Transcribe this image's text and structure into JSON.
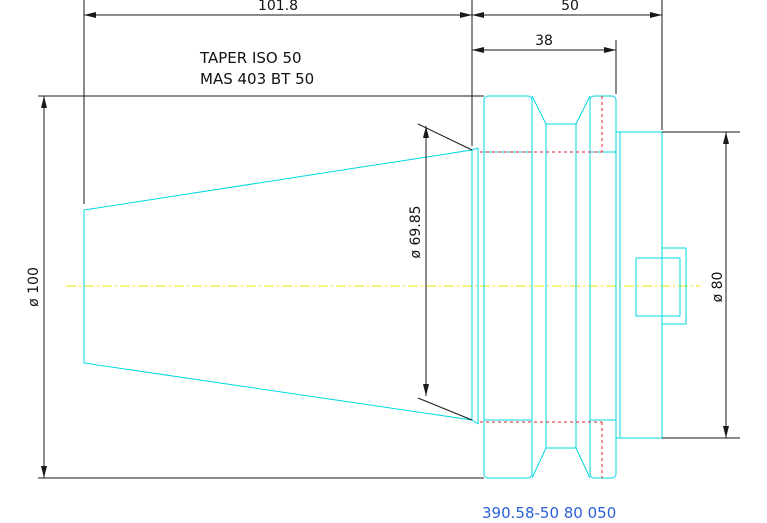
{
  "dimensions": {
    "overall_length": "101.8",
    "flange_to_end": "50",
    "flange_width": "38",
    "diameter_flange": "ø 100",
    "diameter_taper": "ø 69.85",
    "diameter_shank": "ø 80"
  },
  "notes": {
    "line1": "TAPER ISO 50",
    "line2": "MAS 403 BT 50"
  },
  "part_number": "390.58-50 80 050",
  "colors": {
    "outline": "#00d8e0",
    "dimension": "#1a1a1a",
    "hidden": "#e0202a",
    "centerline": "#f2e600",
    "part_number": "#2a5fd8"
  }
}
